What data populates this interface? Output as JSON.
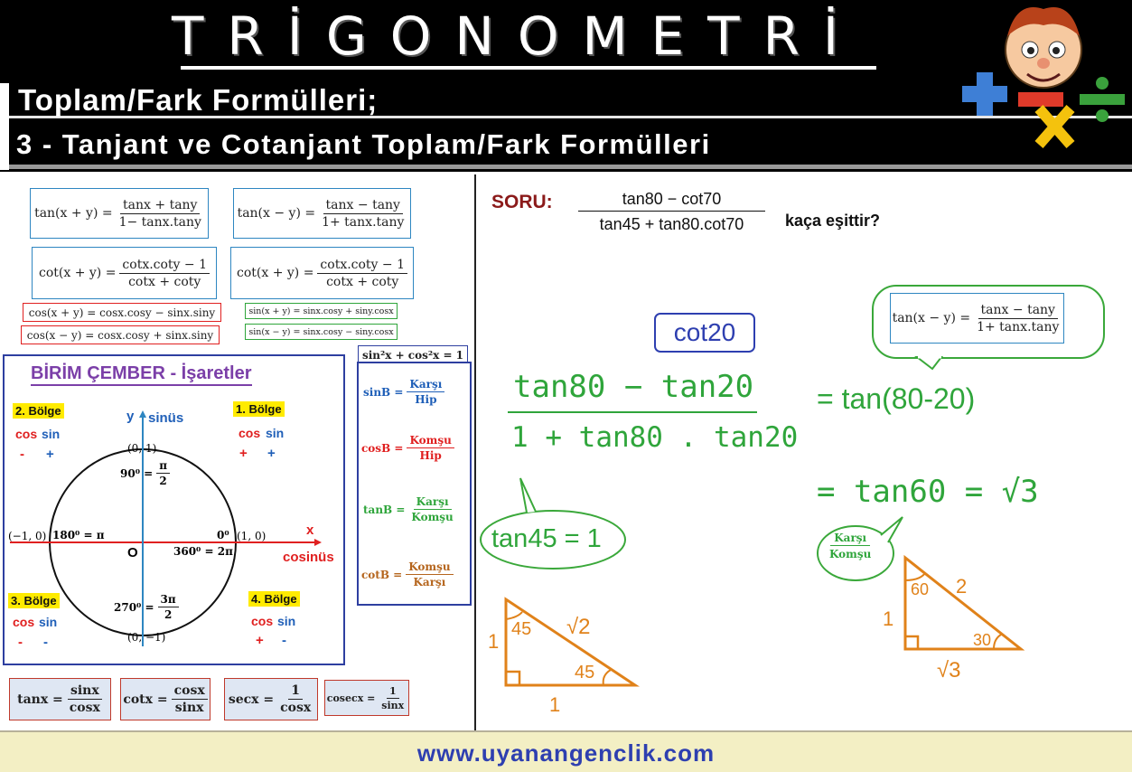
{
  "header": {
    "title": "TRİGONOMETRİ",
    "subtitle1": "Toplam/Fark Formülleri;",
    "subtitle2": "3 - Tanjant ve Cotanjant Toplam/Fark Formülleri"
  },
  "formulas": {
    "tan_sum": {
      "lhs": "tan(x + y) =",
      "num": "tanx + tany",
      "den": "1− tanx.tany"
    },
    "tan_diff": {
      "lhs": "tan(x − y) =",
      "num": "tanx − tany",
      "den": "1+ tanx.tany"
    },
    "cot_sum1": {
      "lhs": "cot(x + y) =",
      "num": "cotx.coty − 1",
      "den": "cotx + coty"
    },
    "cot_sum2": {
      "lhs": "cot(x + y) =",
      "num": "cotx.coty − 1",
      "den": "cotx + coty"
    },
    "cos_sum": "cos(x + y) = cosx.cosy − sinx.siny",
    "cos_diff": "cos(x − y) = cosx.cosy + sinx.siny",
    "sin_sum": "sin(x + y) = sinx.cosy + siny.cosx",
    "sin_diff": "sin(x − y) = sinx.cosy − siny.cosx",
    "pythag": "sin²x + cos²x = 1"
  },
  "unit_circle": {
    "title": "BİRİM ÇEMBER - İşaretler",
    "regions": [
      {
        "name": "2. Bölge",
        "cos": "cos",
        "sin": "sin",
        "cos_sign": "-",
        "sin_sign": "+"
      },
      {
        "name": "1. Bölge",
        "cos": "cos",
        "sin": "sin",
        "cos_sign": "+",
        "sin_sign": "+"
      },
      {
        "name": "3. Bölge",
        "cos": "cos",
        "sin": "sin",
        "cos_sign": "-",
        "sin_sign": "-"
      },
      {
        "name": "4. Bölge",
        "cos": "cos",
        "sin": "sin",
        "cos_sign": "+",
        "sin_sign": "-"
      }
    ],
    "y_axis": "y",
    "y_name": "sinüs",
    "x_axis": "x",
    "x_name": "cosinüs",
    "origin": "O",
    "pt_top": "(0, 1)",
    "pt_left": "(−1, 0)",
    "pt_right": "(1, 0)",
    "pt_bottom": "(0, −1)",
    "ang_90": "90⁰ =",
    "ang_90_num": "π",
    "ang_90_den": "2",
    "ang_180": "180⁰ = π",
    "ang_0": "0⁰",
    "ang_360": "360⁰ = 2π",
    "ang_270": "270⁰ =",
    "ang_270_num": "3π",
    "ang_270_den": "2"
  },
  "trig_defs": [
    {
      "lhs": "sinB =",
      "num": "Karşı",
      "den": "Hip",
      "color": "#1f5fb8"
    },
    {
      "lhs": "cosB =",
      "num": "Komşu",
      "den": "Hip",
      "color": "#e02020"
    },
    {
      "lhs": "tanB =",
      "num": "Karşı",
      "den": "Komşu",
      "color": "#2fa53b"
    },
    {
      "lhs": "cotB =",
      "num": "Komşu",
      "den": "Karşı",
      "color": "#b5651d"
    }
  ],
  "bottom_defs": [
    {
      "lhs": "tanx =",
      "num": "sinx",
      "den": "cosx"
    },
    {
      "lhs": "cotx =",
      "num": "cosx",
      "den": "sinx"
    },
    {
      "lhs": "secx =",
      "num": "1",
      "den": "cosx"
    },
    {
      "lhs": "cosecx =",
      "num": "1",
      "den": "sinx"
    }
  ],
  "question": {
    "label": "SORU:",
    "num": "tan80 − cot70",
    "den": "tan45 + tan80.cot70",
    "ask": "kaça eşittir?"
  },
  "solution": {
    "callout_formula": {
      "lhs": "tan(x − y) =",
      "num": "tanx − tany",
      "den": "1+ tanx.tany"
    },
    "cot20": "cot20",
    "hand_num": "tan80 − tan20",
    "hand_den": "1 + tan80 . tan20",
    "eq1": "= tan(80-20)",
    "eq2": "= tan60 = √3",
    "tan45": "tan45 = 1",
    "ratio_num": "Karşı",
    "ratio_den": "Komşu",
    "tri1": {
      "a": "1",
      "b": "1",
      "c": "√2",
      "ang1": "45",
      "ang2": "45"
    },
    "tri2": {
      "a": "1",
      "b": "√3",
      "c": "2",
      "ang1": "60",
      "ang2": "30"
    }
  },
  "footer": {
    "url": "www.uyanangenclik.com"
  }
}
